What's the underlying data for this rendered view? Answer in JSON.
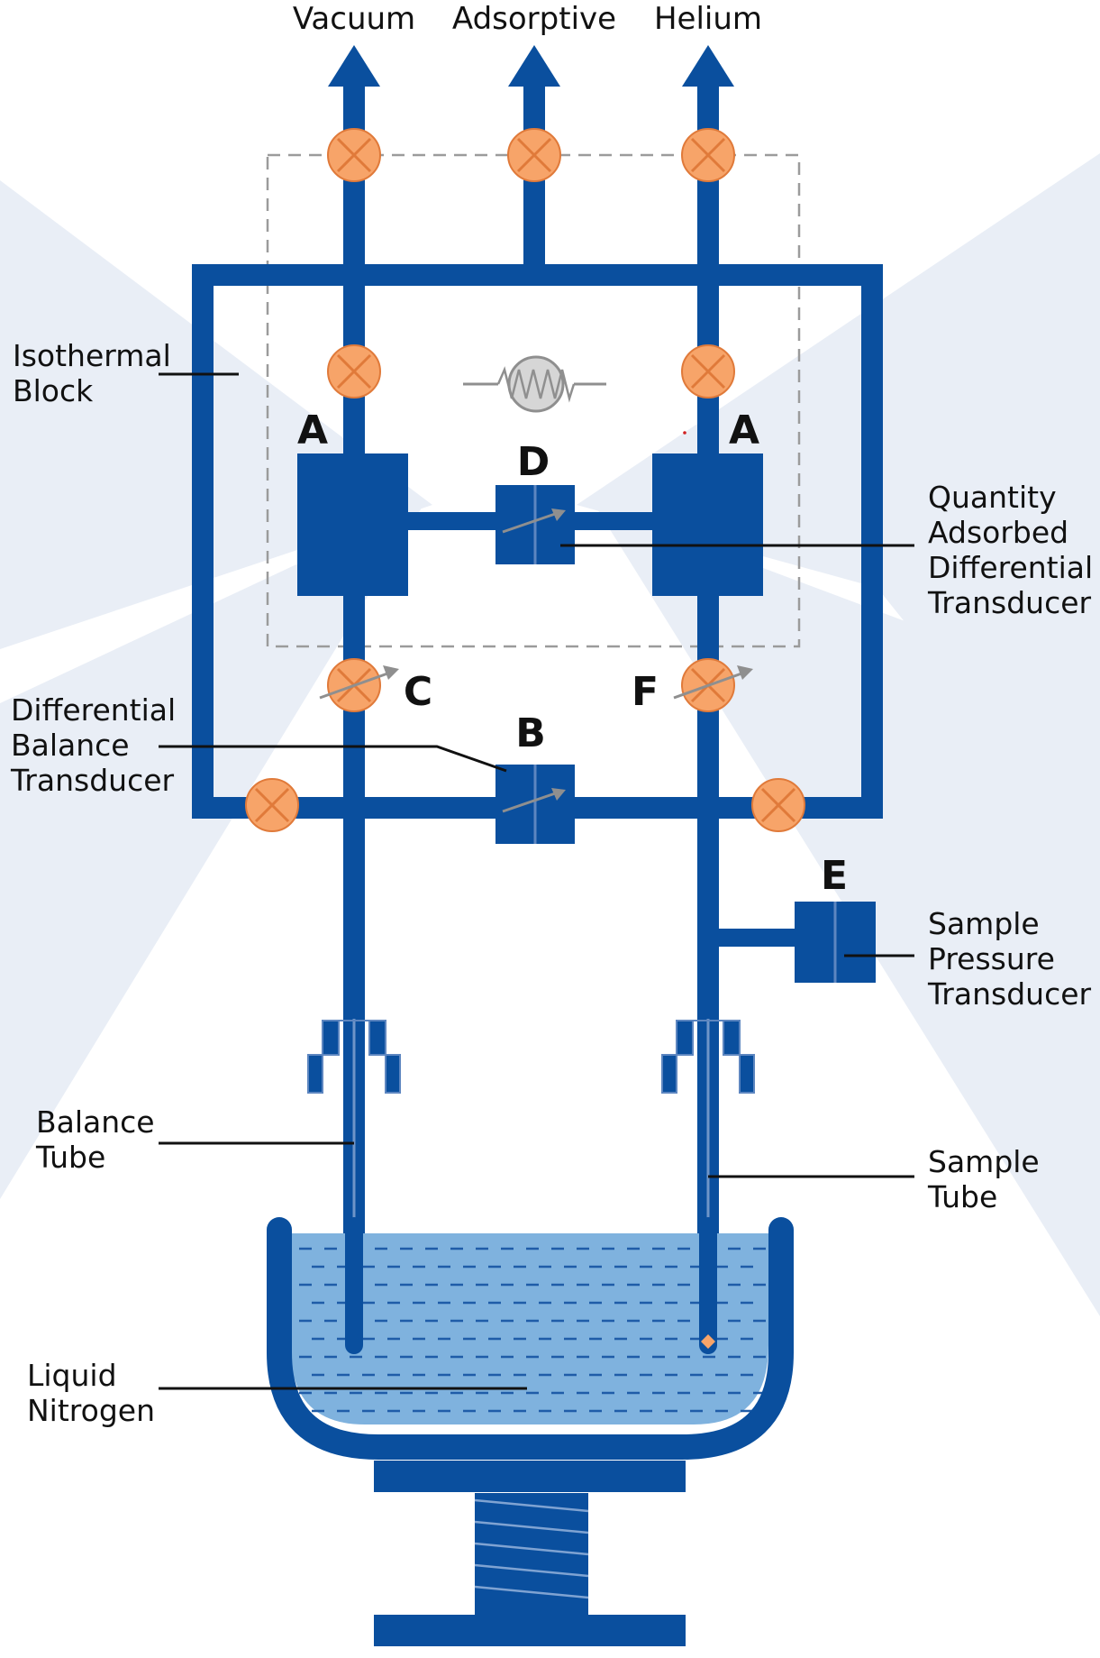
{
  "colors": {
    "pipe": "#0a4f9e",
    "valve_fill": "#f7a469",
    "valve_stroke": "#e07a3a",
    "liquid": "#7fb2de",
    "liquid_dash": "#1f5ca8",
    "background_rays": "#e9eef6",
    "dashed_box": "#9b9b9b",
    "arrow": "#8f8f8f"
  },
  "top_labels": {
    "vacuum": "Vacuum",
    "adsorptive": "Adsorptive",
    "helium": "Helium"
  },
  "letters": {
    "a_left": "A",
    "a_right": "A",
    "b": "B",
    "c": "C",
    "d": "D",
    "e": "E",
    "f": "F"
  },
  "callouts": {
    "isothermal_block": [
      "Isothermal",
      "Block"
    ],
    "quantity_adsorbed": [
      "Quantity",
      "Adsorbed",
      "Differential",
      "Transducer"
    ],
    "differential_balance": [
      "Differential",
      "Balance",
      "Transducer"
    ],
    "sample_pressure": [
      "Sample",
      "Pressure",
      "Transducer"
    ],
    "balance_tube": [
      "Balance",
      "Tube"
    ],
    "sample_tube": [
      "Sample",
      "Tube"
    ],
    "liquid_nitrogen": [
      "Liquid",
      "Nitrogen"
    ]
  },
  "icons": {
    "valve": "valve-icon",
    "heater": "heater-resistor-icon",
    "variable_arrow": "adjustable-arrow-icon",
    "outlet_arrow": "arrow-up-icon"
  }
}
